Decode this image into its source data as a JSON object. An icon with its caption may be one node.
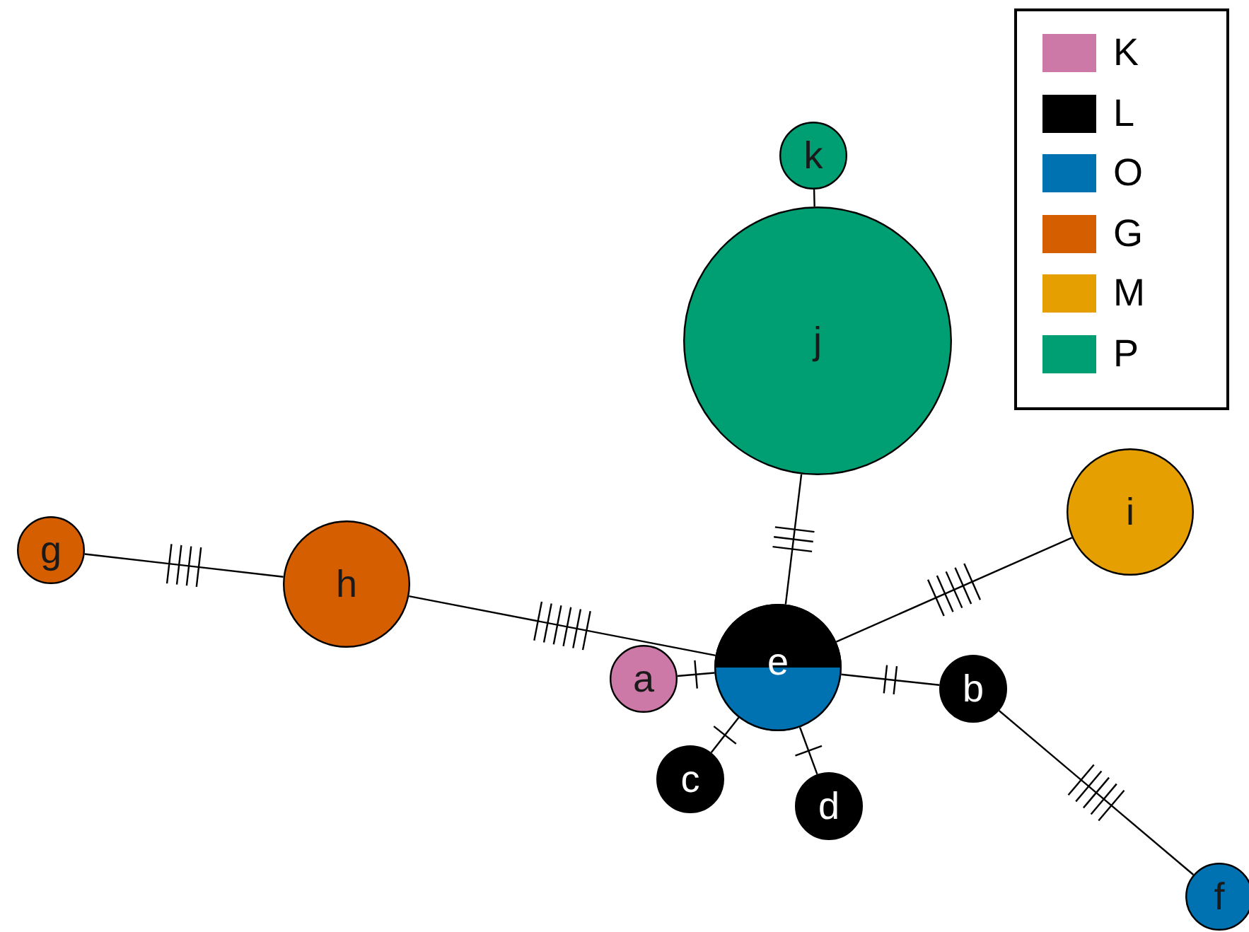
{
  "diagram": {
    "nodes": [
      {
        "text": [
          "k"
        ]
      },
      {
        "text": [
          "j"
        ]
      },
      {
        "text": [
          "i"
        ]
      },
      {
        "text": [
          "g"
        ]
      },
      {
        "text": [
          "h"
        ]
      },
      {
        "text": [
          "e"
        ]
      },
      {
        "text": [
          "a"
        ]
      },
      {
        "text": [
          "b"
        ]
      },
      {
        "text": [
          "c"
        ]
      },
      {
        "text": [
          "d"
        ]
      },
      {
        "text": [
          "f"
        ]
      }
    ],
    "edges": [
      {
        "from": 0,
        "to": 1,
        "arrow": "none"
      },
      {
        "from": 1,
        "to": 5,
        "arrow": "none"
      },
      {
        "from": 5,
        "to": 2,
        "arrow": "none"
      },
      {
        "from": 3,
        "to": 4,
        "arrow": "none"
      },
      {
        "from": 4,
        "to": 5,
        "arrow": "none"
      },
      {
        "from": 6,
        "to": 5,
        "arrow": "none"
      },
      {
        "from": 5,
        "to": 7,
        "arrow": "none"
      },
      {
        "from": 5,
        "to": 8,
        "arrow": "none"
      },
      {
        "from": 5,
        "to": 9,
        "arrow": "none"
      },
      {
        "from": 7,
        "to": 10,
        "arrow": "none"
      }
    ],
    "legend": [
      {
        "text": "K",
        "color": "#cc79a7"
      },
      {
        "text": "L",
        "color": "#000000"
      },
      {
        "text": "O",
        "color": "#0072b2"
      },
      {
        "text": "G",
        "color": "#d55e00"
      },
      {
        "text": "M",
        "color": "#e69f00"
      },
      {
        "text": "P",
        "color": "#009e73"
      }
    ]
  }
}
